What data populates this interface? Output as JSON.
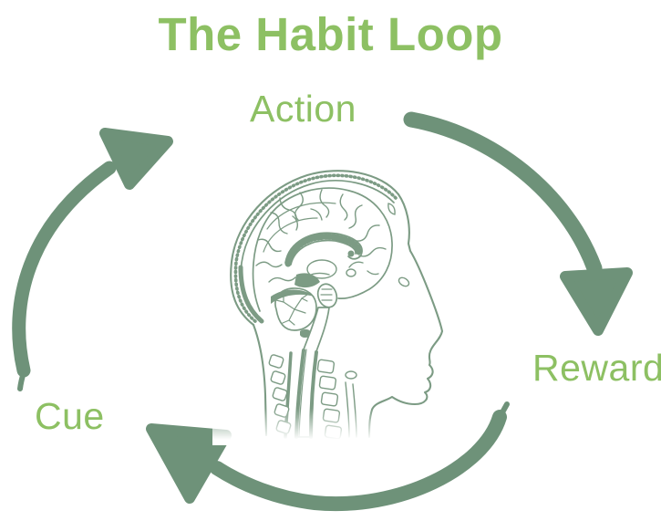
{
  "title": "The Habit Loop",
  "nodes": {
    "action": "Action",
    "reward": "Reward",
    "cue": "Cue"
  },
  "diagram": {
    "type": "cycle",
    "flow": [
      "Action",
      "Reward",
      "Cue"
    ],
    "arrows": [
      {
        "name": "arrow-action-to-reward",
        "from": "Action",
        "to": "Reward",
        "side": "right",
        "points": "down"
      },
      {
        "name": "arrow-reward-to-cue",
        "from": "Reward",
        "to": "Cue",
        "side": "bottom",
        "points": "up-left"
      },
      {
        "name": "arrow-cue-to-action",
        "from": "Cue",
        "to": "Action",
        "side": "left",
        "points": "up-right"
      }
    ],
    "center_illustration": "human-head-sagittal-brain-anatomy-engraving"
  },
  "colors": {
    "background": "#ffffff",
    "text_green": "#8dc063",
    "arrow_green": "#6e9279",
    "illustration_green": "#7c9b84"
  }
}
